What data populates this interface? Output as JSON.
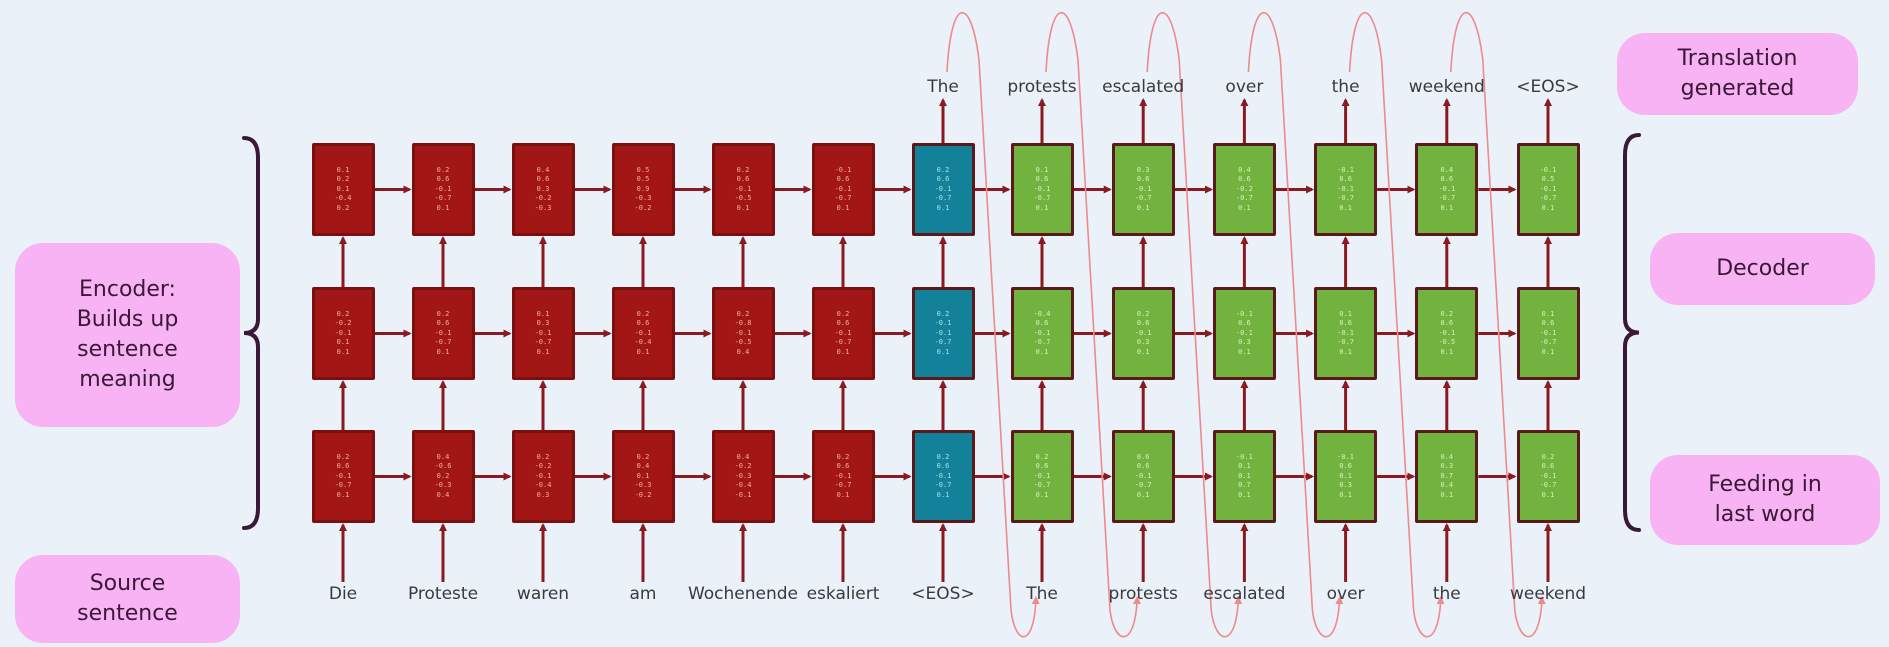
{
  "labels": {
    "encoder": [
      "Encoder:",
      "Builds up",
      "sentence",
      "meaning"
    ],
    "source": [
      "Source",
      "sentence"
    ],
    "translation": [
      "Translation",
      "generated"
    ],
    "decoder": [
      "Decoder"
    ],
    "feeding": [
      "Feeding in",
      "last word"
    ]
  },
  "input_words": [
    "Die",
    "Proteste",
    "waren",
    "am",
    "Wochenende",
    "eskaliert",
    "<EOS>",
    "The",
    "protests",
    "escalated",
    "over",
    "the",
    "weekend"
  ],
  "output_words": [
    "The",
    "protests",
    "escalated",
    "over",
    "the",
    "weekend",
    "<EOS>"
  ],
  "colors": {
    "encoder_cell": "#a31616",
    "context_cell": "#13819a",
    "decoder_cell": "#72b23e",
    "arrow": "#8a1a22",
    "feedback_loop": "#ee8a8a",
    "label_pill": "#f8b3f4",
    "background": "#eaf1f9"
  },
  "cells": {
    "layers": [
      "top",
      "middle",
      "bottom"
    ],
    "top": [
      [
        "0.1",
        "0.2",
        "0.1",
        "-0.4",
        "0.2"
      ],
      [
        "0.2",
        "0.6",
        "-0.1",
        "-0.7",
        "0.1"
      ],
      [
        "0.4",
        "0.6",
        "0.3",
        "-0.2",
        "-0.3"
      ],
      [
        "0.5",
        "0.5",
        "0.9",
        "-0.3",
        "-0.2"
      ],
      [
        "0.2",
        "0.6",
        "-0.1",
        "-0.5",
        "0.1"
      ],
      [
        "-0.1",
        "0.6",
        "-0.1",
        "-0.7",
        "0.1"
      ],
      [
        "0.2",
        "0.6",
        "-0.1",
        "-0.7",
        "0.1"
      ],
      [
        "0.1",
        "0.6",
        "-0.1",
        "-0.7",
        "0.1"
      ],
      [
        "0.3",
        "0.6",
        "-0.1",
        "-0.7",
        "0.1"
      ],
      [
        "0.4",
        "0.6",
        "-0.2",
        "-0.7",
        "0.1"
      ],
      [
        "-0.1",
        "0.6",
        "-0.1",
        "-0.7",
        "0.1"
      ],
      [
        "0.4",
        "0.6",
        "-0.1",
        "-0.7",
        "0.1"
      ],
      [
        "-0.1",
        "0.5",
        "-0.1",
        "-0.7",
        "0.1"
      ]
    ],
    "middle": [
      [
        "0.2",
        "-0.2",
        "-0.1",
        "0.1",
        "0.1"
      ],
      [
        "0.2",
        "0.6",
        "-0.1",
        "-0.7",
        "0.1"
      ],
      [
        "0.1",
        "0.3",
        "-0.1",
        "-0.7",
        "0.1"
      ],
      [
        "0.2",
        "0.6",
        "-0.1",
        "-0.4",
        "0.1"
      ],
      [
        "0.2",
        "-0.8",
        "-0.1",
        "-0.5",
        "0.4"
      ],
      [
        "0.2",
        "0.6",
        "-0.1",
        "-0.7",
        "0.1"
      ],
      [
        "0.2",
        "-0.1",
        "-0.1",
        "-0.7",
        "0.1"
      ],
      [
        "-0.4",
        "0.6",
        "-0.1",
        "-0.7",
        "0.1"
      ],
      [
        "0.2",
        "0.6",
        "-0.1",
        "0.3",
        "0.1"
      ],
      [
        "-0.1",
        "0.6",
        "-0.1",
        "0.3",
        "0.1"
      ],
      [
        "0.1",
        "0.6",
        "-0.1",
        "-0.7",
        "0.1"
      ],
      [
        "0.2",
        "0.6",
        "-0.1",
        "-0.5",
        "0.1"
      ],
      [
        "0.1",
        "0.6",
        "-0.1",
        "-0.7",
        "0.1"
      ]
    ],
    "bottom": [
      [
        "0.2",
        "0.6",
        "-0.1",
        "-0.7",
        "0.1"
      ],
      [
        "0.4",
        "-0.6",
        "0.2",
        "-0.3",
        "0.4"
      ],
      [
        "0.2",
        "-0.2",
        "-0.1",
        "-0.4",
        "0.3"
      ],
      [
        "0.2",
        "0.4",
        "0.1",
        "-0.3",
        "-0.2"
      ],
      [
        "0.4",
        "-0.2",
        "-0.3",
        "-0.4",
        "-0.1"
      ],
      [
        "0.2",
        "0.6",
        "-0.1",
        "-0.7",
        "0.1"
      ],
      [
        "0.2",
        "0.6",
        "-0.1",
        "-0.7",
        "0.1"
      ],
      [
        "0.2",
        "0.6",
        "-0.1",
        "-0.7",
        "0.1"
      ],
      [
        "0.6",
        "0.6",
        "-0.1",
        "-0.7",
        "0.1"
      ],
      [
        "-0.1",
        "0.1",
        "0.1",
        "0.7",
        "0.1"
      ],
      [
        "-0.1",
        "0.6",
        "0.1",
        "0.3",
        "0.1"
      ],
      [
        "0.4",
        "0.3",
        "0.7",
        "0.4",
        "0.1"
      ],
      [
        "0.2",
        "0.6",
        "-0.1",
        "-0.7",
        "0.1"
      ]
    ]
  }
}
